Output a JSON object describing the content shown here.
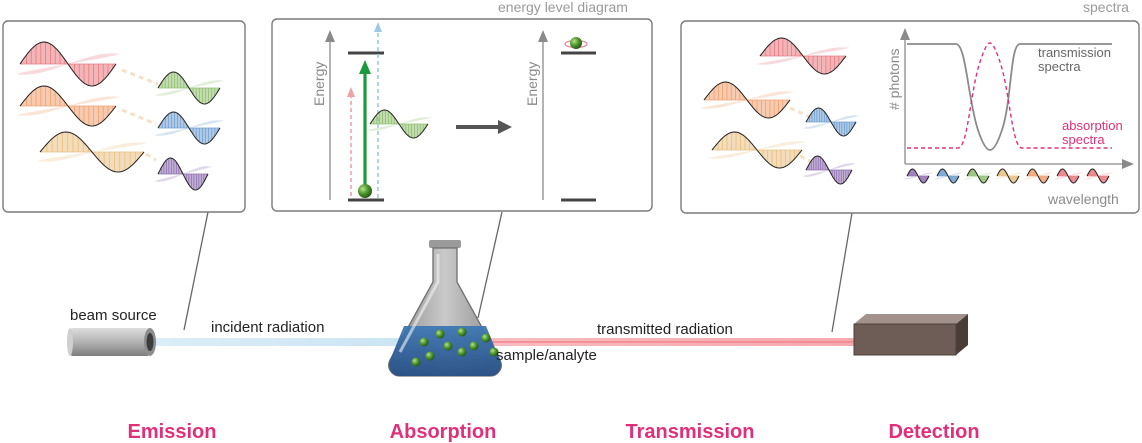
{
  "panels": {
    "energy": {
      "title": "energy level diagram",
      "axis_left": "Energy",
      "axis_right": "Energy"
    },
    "spectra": {
      "title": "spectra",
      "y_axis": "# photons",
      "x_axis": "wavelength",
      "transmission_line1": "transmission",
      "transmission_line2": "spectra",
      "absorption_line1": "absorption",
      "absorption_line2": "spectra"
    }
  },
  "labels": {
    "beam_source": "beam source",
    "incident": "incident radiation",
    "transmitted": "transmitted radiation",
    "sample": "sample/analyte"
  },
  "stages": [
    "Emission",
    "Absorption",
    "Transmission",
    "Detection"
  ],
  "colors": {
    "accent": "#e0307a",
    "frame": "#7a7a7a",
    "red_wave": "#e87a80",
    "orange_wave": "#f0a070",
    "yellow_wave": "#e8c080",
    "green_wave": "#8fc070",
    "blue_wave": "#6f9fd0",
    "purple_wave": "#9070b0",
    "transmitted_beam": "#f5a0a8",
    "incident_beam": "#cfe6f3"
  },
  "icons": [
    "beam-source-icon",
    "flask-icon",
    "detector-icon",
    "photon-wave-icon",
    "molecule-icon"
  ]
}
